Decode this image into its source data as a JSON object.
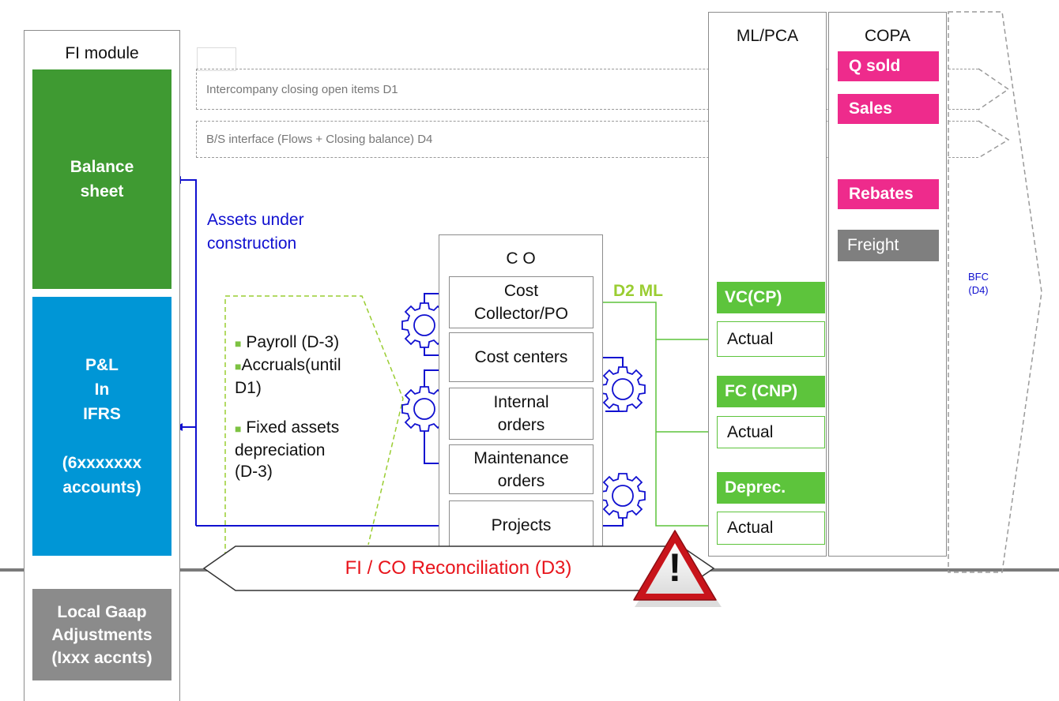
{
  "fi_module": {
    "title": "FI module",
    "balance_sheet": [
      "Balance",
      "sheet"
    ],
    "pl": [
      "P&L",
      "In",
      "IFRS",
      "",
      "(6xxxxxxx",
      "accounts)"
    ],
    "local_gaap": [
      "Local Gaap",
      "Adjustments",
      "(Ixxx accnts)"
    ]
  },
  "flows": {
    "intercompany": "Intercompany closing open items D1",
    "bs_interface": "B/S interface (Flows + Closing balance) D4"
  },
  "assets_label": [
    "Assets under",
    "construction"
  ],
  "bullets": {
    "payroll": "Payroll (D-3)",
    "accruals": [
      "Accruals(until",
      "D1)"
    ],
    "fixed_assets": [
      "Fixed assets",
      "depreciation",
      "(D-3)"
    ]
  },
  "co": {
    "title": "C O",
    "items": [
      [
        "Cost",
        "Collector/PO"
      ],
      [
        "Cost centers"
      ],
      [
        "Internal",
        "orders"
      ],
      [
        "Maintenance",
        "orders"
      ],
      [
        "Projects"
      ]
    ]
  },
  "d2_ml": "D2 ML",
  "mlpca": {
    "title": "ML/PCA",
    "vc": "VC(CP)",
    "fc": "FC (CNP)",
    "deprec": "Deprec.",
    "actual": "Actual"
  },
  "copa": {
    "title": "COPA",
    "q_sold": "Q sold",
    "sales": "Sales",
    "rebates": "Rebates",
    "freight": "Freight"
  },
  "bfc": [
    "BFC",
    "(D4)"
  ],
  "reconciliation": "FI / CO Reconciliation (D3)",
  "warning_symbol": "!",
  "colors": {
    "fi_green": "#3f9a32",
    "fi_blue": "#0096d6",
    "grey": "#8b8b8b",
    "pink": "#ee2b8c",
    "bright_green": "#5dc43c",
    "lime": "#9acd32",
    "link_blue": "#1010d0",
    "red": "#e8141b"
  }
}
